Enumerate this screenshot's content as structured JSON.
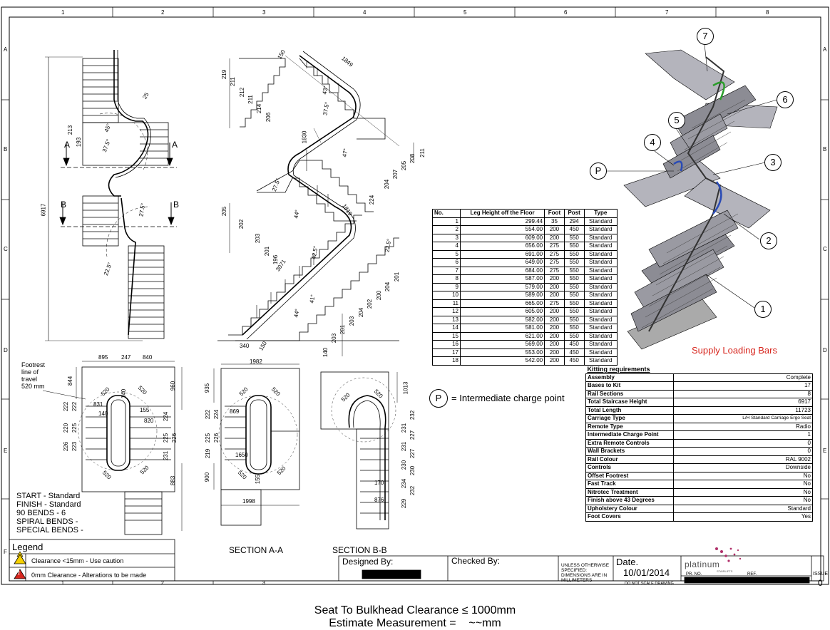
{
  "border": {
    "cols": [
      "1",
      "2",
      "3",
      "4",
      "5",
      "6",
      "7",
      "8"
    ],
    "rows": [
      "A",
      "B",
      "C",
      "D",
      "E",
      "F"
    ],
    "bottom_cols": [
      "1",
      "2",
      "3"
    ]
  },
  "plan_view": {
    "section_a": "A",
    "section_b": "B",
    "height_dim": "6917",
    "dims": [
      "213",
      "193",
      "37.5°",
      "45°",
      "25",
      "27.5°",
      "22.5°"
    ]
  },
  "side_view": {
    "dims_top": [
      "150",
      "1849",
      "219",
      "211",
      "212",
      "211",
      "214",
      "206",
      "1830",
      "1819",
      "3071",
      "340",
      "150",
      "205",
      "202",
      "203",
      "201",
      "196",
      "140",
      "203",
      "201",
      "203",
      "204",
      "202",
      "200",
      "204",
      "201",
      "211",
      "208",
      "205",
      "207",
      "204",
      "224",
      "22.5°",
      "27.5°",
      "37.5°",
      "43°",
      "44°",
      "47°",
      "42.5°",
      "41°",
      "44°"
    ]
  },
  "leg_table": {
    "headers": [
      "No.",
      "Leg Height off the Floor",
      "Foot",
      "Post",
      "Type"
    ],
    "rows": [
      [
        "1",
        "299.44",
        "35",
        "294",
        "Standard"
      ],
      [
        "2",
        "554.00",
        "200",
        "450",
        "Standard"
      ],
      [
        "3",
        "609.00",
        "200",
        "550",
        "Standard"
      ],
      [
        "4",
        "656.00",
        "275",
        "550",
        "Standard"
      ],
      [
        "5",
        "691.00",
        "275",
        "550",
        "Standard"
      ],
      [
        "6",
        "649.00",
        "275",
        "550",
        "Standard"
      ],
      [
        "7",
        "684.00",
        "275",
        "550",
        "Standard"
      ],
      [
        "8",
        "587.00",
        "200",
        "550",
        "Standard"
      ],
      [
        "9",
        "579.00",
        "200",
        "550",
        "Standard"
      ],
      [
        "10",
        "589.00",
        "200",
        "550",
        "Standard"
      ],
      [
        "11",
        "665.00",
        "275",
        "550",
        "Standard"
      ],
      [
        "12",
        "605.00",
        "200",
        "550",
        "Standard"
      ],
      [
        "13",
        "582.00",
        "200",
        "550",
        "Standard"
      ],
      [
        "14",
        "581.00",
        "200",
        "550",
        "Standard"
      ],
      [
        "15",
        "621.00",
        "200",
        "550",
        "Standard"
      ],
      [
        "16",
        "569.00",
        "200",
        "450",
        "Standard"
      ],
      [
        "17",
        "553.00",
        "200",
        "450",
        "Standard"
      ],
      [
        "18",
        "542.00",
        "200",
        "450",
        "Standard"
      ]
    ]
  },
  "iso_callouts": [
    "1",
    "2",
    "3",
    "4",
    "5",
    "6",
    "7",
    "P"
  ],
  "supply_note": "Supply Loading Bars",
  "charge_point": {
    "symbol": "P",
    "label": "= Intermediate charge point"
  },
  "kitting": {
    "title": "Kitting requirements",
    "rows": [
      [
        "Assembly",
        "Complete"
      ],
      [
        "Bases to Kit",
        "17"
      ],
      [
        "Rail Sections",
        "8"
      ],
      [
        "Total Staircase Height",
        "6917"
      ],
      [
        "Total Length",
        "11723"
      ],
      [
        "Carriage Type",
        "L/H Standard Carriage Ergo Seat"
      ],
      [
        "Remote Type",
        "Radio"
      ],
      [
        "Intermediate Charge Point",
        "1"
      ],
      [
        "Extra Remote Controls",
        "0"
      ],
      [
        "Wall Brackets",
        "0"
      ],
      [
        "Rail Colour",
        "RAL 9002"
      ],
      [
        "Controls",
        "Downside"
      ],
      [
        "Offset Footrest",
        "No"
      ],
      [
        "Fast Track",
        "No"
      ],
      [
        "Nitrotec Treatment",
        "No"
      ],
      [
        "Finish above 43 Degrees",
        "No"
      ],
      [
        "Upholstery Colour",
        "Standard"
      ],
      [
        "Foot Covers",
        "Yes"
      ]
    ]
  },
  "plan_dims": {
    "top": [
      "895",
      "247",
      "840"
    ],
    "left": [
      "844"
    ],
    "right": [
      "960",
      "883"
    ],
    "labels": [
      "520",
      "520",
      "520",
      "520",
      "831",
      "140",
      "155",
      "820",
      "222",
      "222",
      "220",
      "225",
      "226",
      "223",
      "224",
      "225",
      "231",
      "226",
      "140"
    ],
    "footrest": [
      "Footrest",
      "line of",
      "travel",
      "520 mm"
    ]
  },
  "section_aa": {
    "label": "SECTION A-A",
    "dims": [
      "1982",
      "935",
      "520",
      "520",
      "869",
      "222",
      "224",
      "225",
      "226",
      "219",
      "900",
      "1650",
      "155",
      "520",
      "520",
      "1998"
    ]
  },
  "section_bb": {
    "label": "SECTION B-B",
    "dims": [
      "1013",
      "520",
      "520",
      "232",
      "231",
      "227",
      "231",
      "227",
      "230",
      "230",
      "234",
      "232",
      "229",
      "170",
      "876"
    ]
  },
  "bends": [
    "START - Standard",
    "FINISH - Standard",
    "90 BENDS - 6",
    "SPIRAL BENDS -",
    "SPECIAL BENDS -"
  ],
  "legend": {
    "title": "Legend",
    "items": [
      {
        "icon": "warning-triangle-yellow",
        "text": "Clearance <15mm - Use caution",
        "color": "#f5d000"
      },
      {
        "icon": "warning-triangle-red",
        "text": "0mm Clearance - Alterations to be made",
        "color": "#d7261e"
      }
    ]
  },
  "title_block": {
    "designed_by": "Designed By:",
    "checked_by": "Checked By:",
    "unless": [
      "UNLESS OTHERWISE",
      "SPECIFIED:",
      "DIMENSIONS ARE IN",
      "MILLIMETERS"
    ],
    "date_label": "Date.",
    "date": "10/01/2014",
    "no_scale": "DO NOT SCALE DRAWING",
    "brand": "platinum",
    "brand_sub": "STAIRLIFTS",
    "pr_no": "PR. NO.",
    "ref": "REF.",
    "issue_label": "ISSUE.",
    "issue": "0"
  },
  "footer": {
    "line1": "Seat To Bulkhead Clearance ≤ 1000mm",
    "line2": "Estimate Measurement =    ~~mm"
  }
}
